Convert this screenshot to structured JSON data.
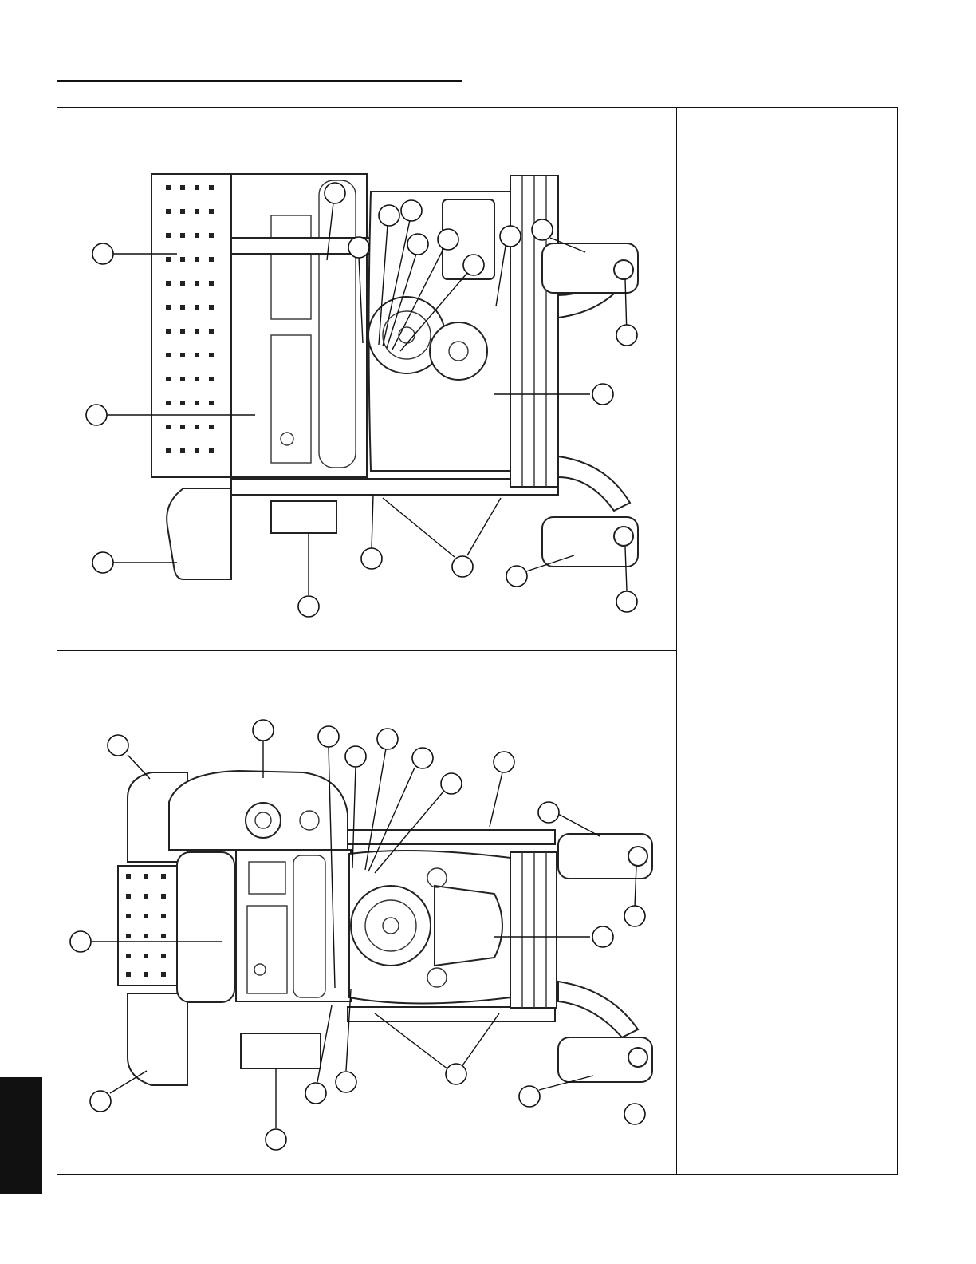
{
  "page": {
    "figures": [
      {
        "id": "top-view",
        "callout_count": 20
      },
      {
        "id": "bottom-view",
        "callout_count": 19
      }
    ]
  }
}
